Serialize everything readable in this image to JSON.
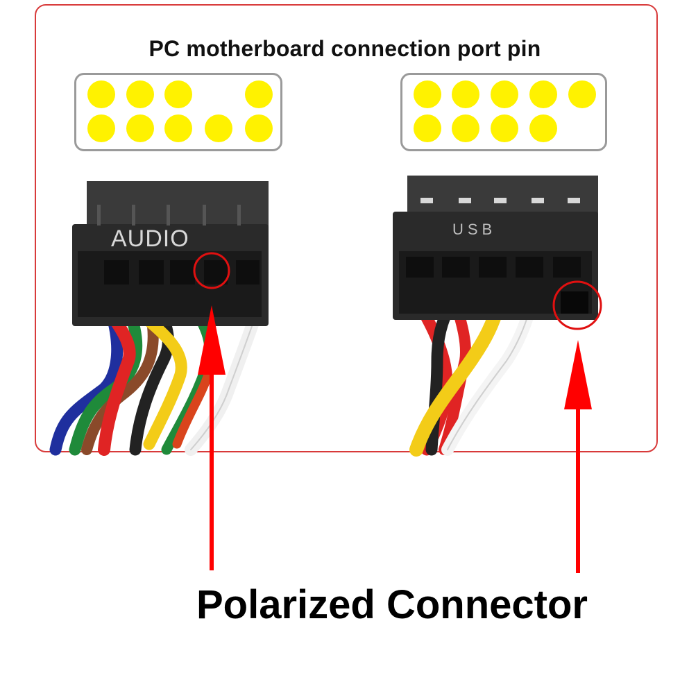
{
  "diagram": {
    "title": "PC motherboard connection port pin",
    "caption": "Polarized Connector",
    "connectors": [
      {
        "label": "AUDIO"
      },
      {
        "label": "USB"
      }
    ],
    "colors": {
      "frame_border": "#d83a3a",
      "pin_fill": "#fff200",
      "pin_box_border": "#9a9a9a",
      "arrow": "#ff0000",
      "connector_body": "#2a2a2a"
    },
    "icons": [
      "pin-dot",
      "arrow-up-icon",
      "highlight-circle"
    ]
  }
}
